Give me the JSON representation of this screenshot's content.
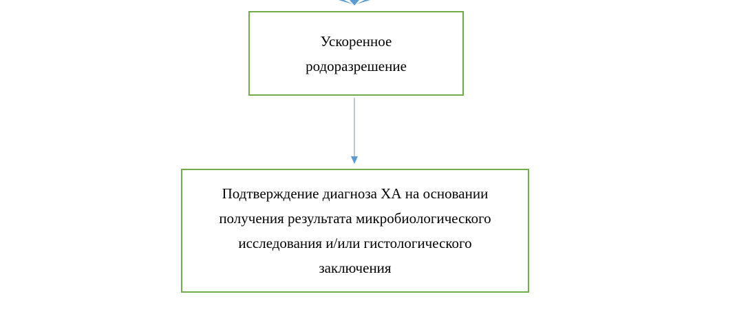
{
  "diagram": {
    "nodes": [
      {
        "id": "accelerated-delivery",
        "lines": [
          "Ускоренное",
          "родоразрешение"
        ]
      },
      {
        "id": "diagnosis-confirmation",
        "lines": [
          "Подтверждение диагноза ХА на основании",
          "получения результата микробиологического",
          "исследования и/или гистологического",
          "заключения"
        ]
      }
    ],
    "edges": [
      {
        "from": "accelerated-delivery",
        "to": "diagnosis-confirmation"
      }
    ],
    "colors": {
      "box_border": "#70ad47",
      "arrow": "#5b9bd5",
      "line": "#7f7f7f"
    }
  }
}
